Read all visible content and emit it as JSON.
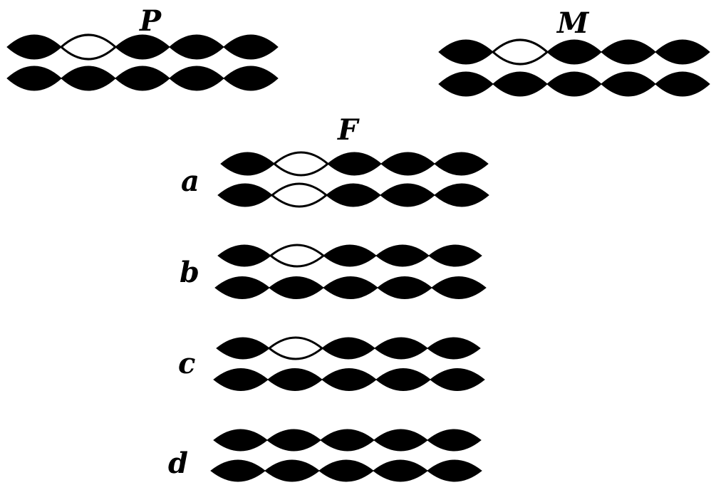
{
  "colors": {
    "filled": "#000000",
    "open_fill": "#ffffff",
    "outline": "#000000",
    "background": "#ffffff"
  },
  "groups": [
    {
      "label": "P",
      "rows": [
        {
          "segments": [
            "filled",
            "open",
            "filled",
            "filled",
            "filled"
          ]
        },
        {
          "segments": [
            "filled",
            "filled",
            "filled",
            "filled",
            "filled"
          ]
        }
      ]
    },
    {
      "label": "M",
      "rows": [
        {
          "segments": [
            "filled",
            "open",
            "filled",
            "filled",
            "filled"
          ]
        },
        {
          "segments": [
            "filled",
            "filled",
            "filled",
            "filled",
            "filled"
          ]
        }
      ]
    },
    {
      "label": "F",
      "subgroups": [
        {
          "label": "a",
          "rows": [
            {
              "segments": [
                "filled",
                "open",
                "filled",
                "filled",
                "filled"
              ]
            },
            {
              "segments": [
                "filled",
                "open",
                "filled",
                "filled",
                "filled"
              ]
            }
          ]
        },
        {
          "label": "b",
          "rows": [
            {
              "segments": [
                "filled",
                "open",
                "filled",
                "filled",
                "filled"
              ]
            },
            {
              "segments": [
                "filled",
                "filled",
                "filled",
                "filled",
                "filled"
              ]
            }
          ]
        },
        {
          "label": "c",
          "rows": [
            {
              "segments": [
                "filled",
                "open",
                "filled",
                "filled",
                "filled"
              ]
            },
            {
              "segments": [
                "filled",
                "filled",
                "filled",
                "filled",
                "filled"
              ]
            }
          ]
        },
        {
          "label": "d",
          "rows": [
            {
              "segments": [
                "filled",
                "filled",
                "filled",
                "filled",
                "filled"
              ]
            },
            {
              "segments": [
                "filled",
                "filled",
                "filled",
                "filled",
                "filled"
              ]
            }
          ]
        }
      ]
    }
  ]
}
